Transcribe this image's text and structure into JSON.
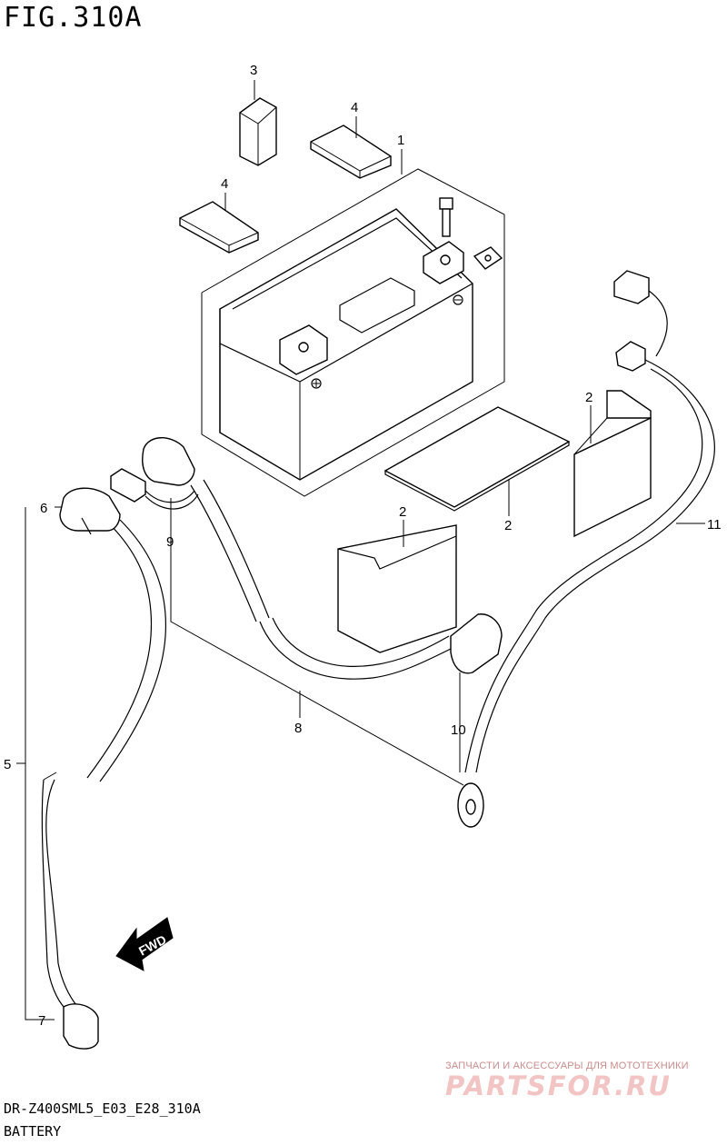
{
  "figure": {
    "title": "FIG.310A",
    "code": "DR-Z400SML5_E03_E28_310A",
    "name": "BATTERY"
  },
  "callouts": [
    {
      "id": "c3",
      "text": "3"
    },
    {
      "id": "c4a",
      "text": "4"
    },
    {
      "id": "c4b",
      "text": "4"
    },
    {
      "id": "c1",
      "text": "1"
    },
    {
      "id": "c2a",
      "text": "2"
    },
    {
      "id": "c2b",
      "text": "2"
    },
    {
      "id": "c2c",
      "text": "2"
    },
    {
      "id": "c6",
      "text": "6"
    },
    {
      "id": "c9",
      "text": "9"
    },
    {
      "id": "c11",
      "text": "11"
    },
    {
      "id": "c5",
      "text": "5"
    },
    {
      "id": "c8",
      "text": "8"
    },
    {
      "id": "c10",
      "text": "10"
    },
    {
      "id": "c7",
      "text": "7"
    }
  ],
  "fwd_label": "FWD",
  "watermark": {
    "tagline": "ЗАПЧАСТИ И АКСЕССУАРЫ ДЛЯ МОТОТЕХНИКИ",
    "logo": "PARTSFOR.RU"
  }
}
